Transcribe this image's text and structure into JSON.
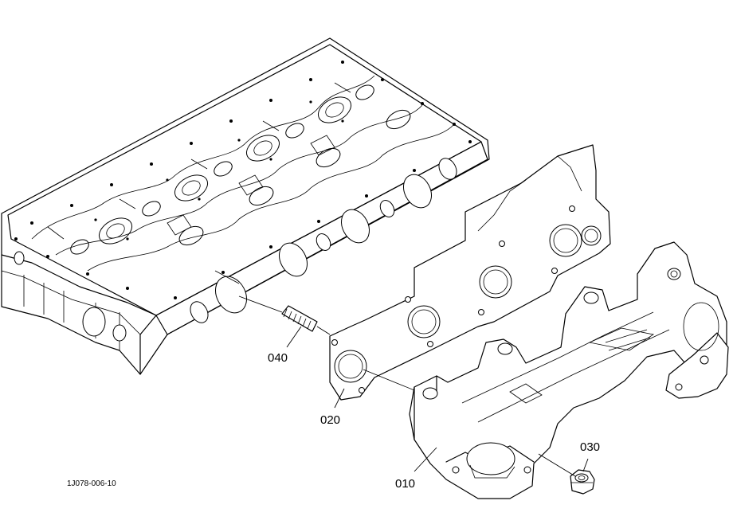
{
  "callouts": [
    {
      "id": "010",
      "label": "010"
    },
    {
      "id": "020",
      "label": "020"
    },
    {
      "id": "030",
      "label": "030"
    },
    {
      "id": "040",
      "label": "040"
    }
  ],
  "drawing_ref": "1J078-006-10"
}
